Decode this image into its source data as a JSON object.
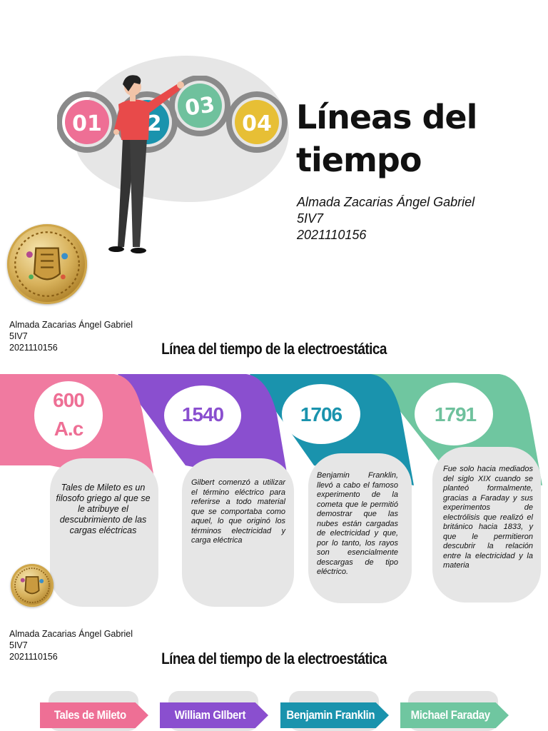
{
  "cover": {
    "illustration_numbers": [
      "01",
      "2",
      "03",
      "04"
    ],
    "illustration_colors": [
      "#ee6f95",
      "#1a93ad",
      "#6fc19d",
      "#e7bf35"
    ],
    "title_line1": "Líneas del",
    "title_line2": "tiempo",
    "author": "Almada Zacarias Ángel Gabriel",
    "group": "5IV7",
    "student_id": "2021110156"
  },
  "section1": {
    "author": "Almada Zacarias Ángel Gabriel",
    "group": "5IV7",
    "student_id": "2021110156",
    "title": "Línea del tiempo de la electroestática",
    "events": [
      {
        "year_line1": "600",
        "year_line2": "A.c",
        "color": "#f07aa0",
        "text": "Tales de Mileto es un filosofo griego al que se le atribuye el descubrimiento de las cargas eléctricas"
      },
      {
        "year": "1540",
        "color": "#8a4fcf",
        "text": "Gilbert comenzó a utilizar el término eléctrico para referirse a todo material que se comportaba como aquel, lo que originó los términos electricidad y carga eléctrica"
      },
      {
        "year": "1706",
        "color": "#1a93ad",
        "text": "Benjamin Franklin, llevó a cabo el famoso experimento de la cometa que le permitió demostrar que las nubes están cargadas de electricidad y que, por lo tanto, los rayos son esencialmente descargas de tipo eléctrico."
      },
      {
        "year": "1791",
        "color": "#6fc6a0",
        "text": "Fue solo hacia mediados del siglo XIX cuando se planteó formalmente, gracias a Faraday y sus experimentos de electrólisis que realizó el británico hacia 1833, y que le permitieron descubrir la relación entre la electricidad y la materia"
      }
    ]
  },
  "section2": {
    "author": "Almada Zacarias Ángel Gabriel",
    "group": "5IV7",
    "student_id": "2021110156",
    "title": "Línea del tiempo de la electroestática",
    "names": [
      {
        "label": "Tales de Mileto",
        "color": "#ee6f95"
      },
      {
        "label": "William GIlbert",
        "color": "#8a4fcf"
      },
      {
        "label": "Benjamin Franklin",
        "color": "#1a93ad"
      },
      {
        "label": "Michael Faraday",
        "color": "#6fc6a0"
      }
    ]
  }
}
